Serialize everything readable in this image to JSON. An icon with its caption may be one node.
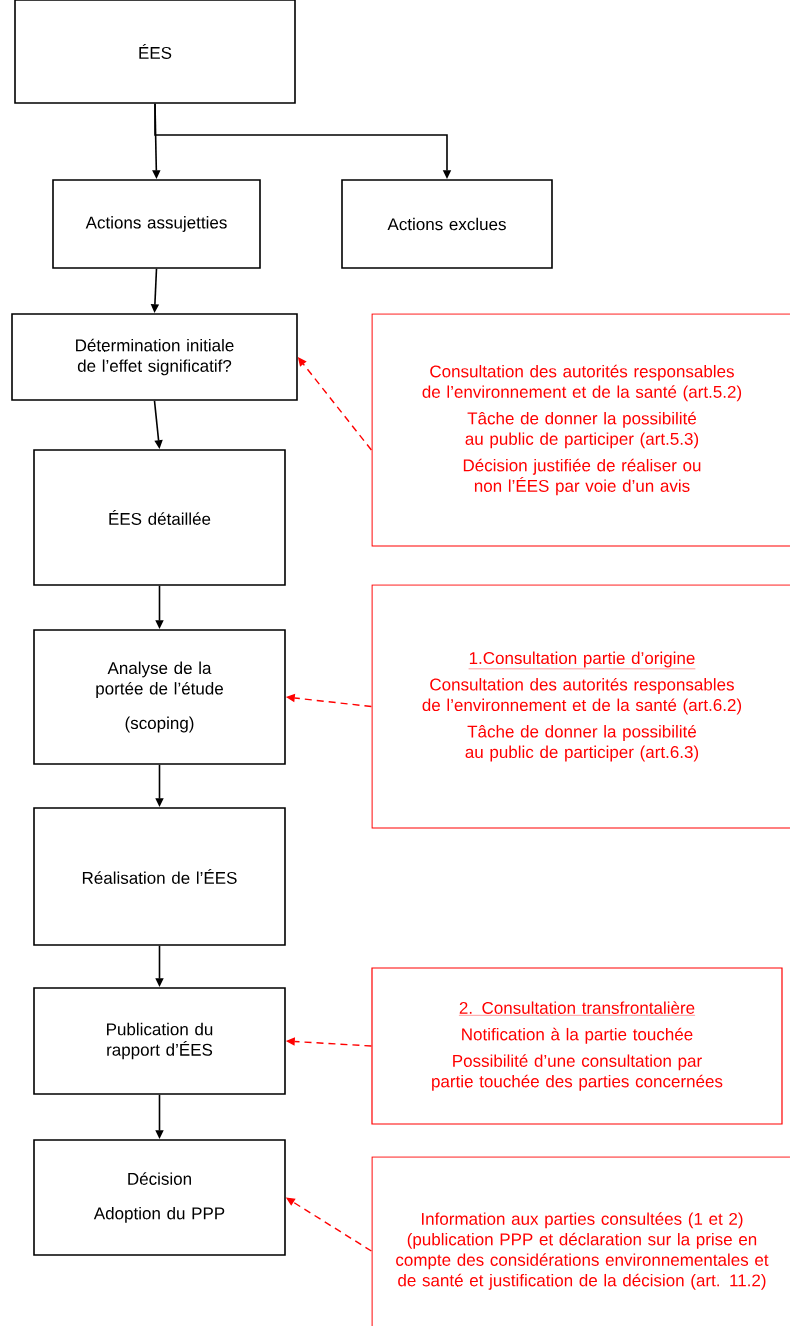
{
  "diagram": {
    "nodes": [
      {
        "text": [
          "ÉES"
        ]
      },
      {
        "text": [
          "Actions assujetties"
        ]
      },
      {
        "text": [
          "Actions exclues"
        ]
      },
      {
        "text": [
          "Détermination initiale de l’effet significatif?"
        ]
      },
      {
        "text": [
          "ÉES détaillée"
        ]
      },
      {
        "text": [
          "Analyse de la portée de l’étude",
          "(scoping)"
        ]
      },
      {
        "text": [
          "Réalisation de l’ÉES"
        ]
      },
      {
        "text": [
          "Publication du rapport d’ÉES"
        ]
      },
      {
        "text": [
          "Décision",
          "Adoption du PPP"
        ]
      },
      {
        "text": [
          "Consultation des autorités responsables de l’environnement et de la santé (art.5.2)",
          "Tâche de donner la possibilité au public de participer (art.5.3)",
          "Décision justifiée de réaliser ou non l’ÉES par voie d’un avis"
        ]
      },
      {
        "text": [
          "1.Consultation partie d’origine",
          "Consultation des autorités responsables de l’environnement et de la santé (art.6.2)",
          "Tâche de donner la possibilité au public de participer (art.6.3)"
        ]
      },
      {
        "text": [
          "2. Consultation transfrontalière",
          "Notification à la partie touchée",
          "Possibilité d’une consultation par partie touchée des parties concernées"
        ]
      },
      {
        "text": [
          "Information aux parties consultées (1 et 2)  (publication PPP et déclaration sur la prise en compte des considérations environnementales et de santé et justification de la décision (art. 11.2)"
        ]
      }
    ],
    "edges": [
      {
        "from": 0,
        "to": 1,
        "arrow": "to"
      },
      {
        "from": 0,
        "to": 2,
        "arrow": "to"
      },
      {
        "from": 1,
        "to": 3,
        "arrow": "to"
      },
      {
        "from": 3,
        "to": 4,
        "arrow": "to"
      },
      {
        "from": 4,
        "to": 5,
        "arrow": "to"
      },
      {
        "from": 5,
        "to": 6,
        "arrow": "to"
      },
      {
        "from": 6,
        "to": 7,
        "arrow": "to"
      },
      {
        "from": 7,
        "to": 8,
        "arrow": "to"
      },
      {
        "from": 9,
        "to": 3,
        "arrow": "to",
        "style": "dashed",
        "color": "#ff0000"
      },
      {
        "from": 10,
        "to": 5,
        "arrow": "to",
        "style": "dashed",
        "color": "#ff0000"
      },
      {
        "from": 11,
        "to": 7,
        "arrow": "to",
        "style": "dashed",
        "color": "#ff0000"
      },
      {
        "from": 12,
        "to": 8,
        "arrow": "to",
        "style": "dashed",
        "color": "#ff0000"
      }
    ]
  }
}
